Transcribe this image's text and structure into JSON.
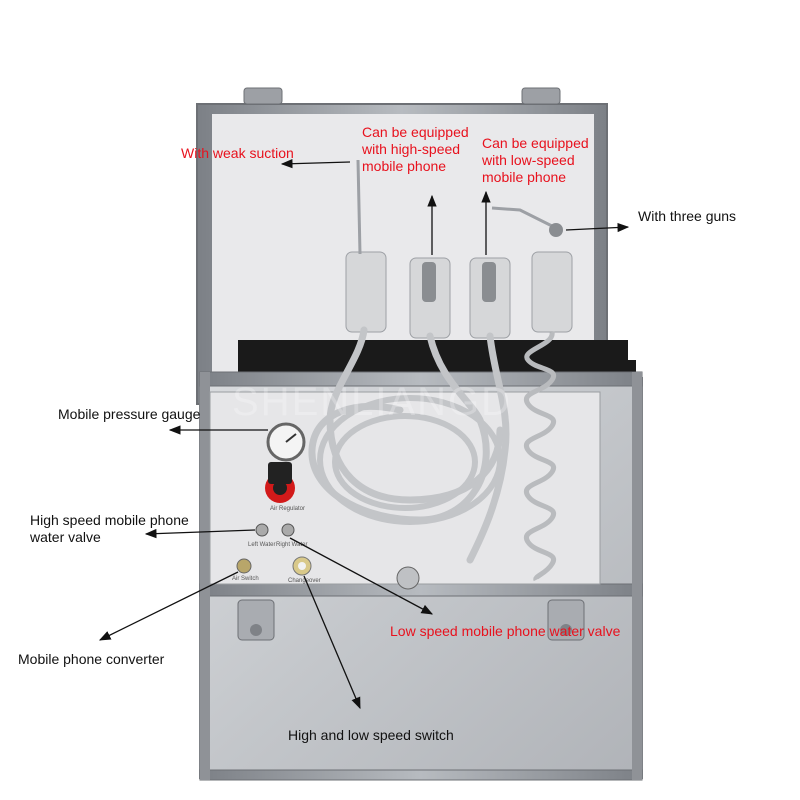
{
  "watermark": "SHENLIANGD",
  "labels": {
    "weak_suction": "With weak suction",
    "high_speed_phone": "Can be equipped\nwith high-speed\nmobile phone",
    "low_speed_phone": "Can be equipped\nwith low-speed\nmobile phone",
    "three_guns": "With three guns",
    "pressure_gauge": "Mobile pressure gauge",
    "high_speed_valve": "High speed mobile phone\nwater valve",
    "low_speed_valve": "Low speed mobile phone water valve",
    "phone_converter": "Mobile phone converter",
    "speed_switch": "High and low speed switch"
  },
  "panel_text": {
    "air_regulator": "Air Regulator",
    "left_water": "Left Water",
    "right_water": "Right Water",
    "air_switch": "Air Switch",
    "changeover": "Changeover"
  },
  "colors": {
    "label_red": "#e8111d",
    "label_black": "#111111",
    "panel": "#e6e6e8",
    "case_aluminum": "#c9cbce",
    "frame": "#8e9196",
    "lining": "#1a1a1a",
    "knob_red": "#d21a1a",
    "hose": "#c8cacc"
  }
}
